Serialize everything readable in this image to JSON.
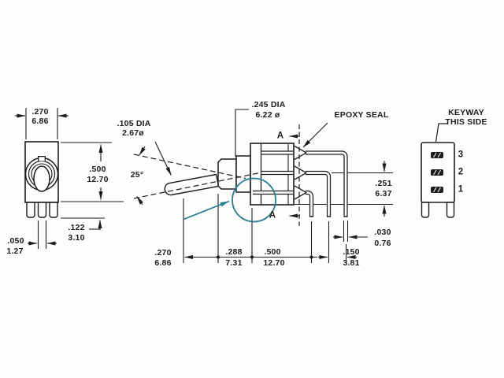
{
  "colors": {
    "line": "#1c1c1c",
    "highlight": "#2a7d92",
    "background": "#fdfdfb"
  },
  "front_view": {
    "width": {
      "inches": ".270",
      "mm": "6.86"
    },
    "height": {
      "inches": ".500",
      "mm": "12.70"
    },
    "terminal_length": {
      "inches": ".122",
      "mm": "3.10"
    },
    "terminal_width": {
      "inches": ".050",
      "mm": "1.27"
    }
  },
  "side_view": {
    "actuator_diameter": {
      "inches": ".105 DIA",
      "mm": "2.67ø"
    },
    "throw_angle": "25°",
    "bushing_diameter": {
      "inches": ".245 DIA",
      "mm": "6.22 ø"
    },
    "epoxy_seal_label": "EPOXY SEAL",
    "section_marker": "A",
    "terminal_offset": {
      "inches": ".251",
      "mm": "6.37"
    },
    "terminal_thickness": {
      "inches": ".030",
      "mm": "0.76"
    },
    "actuator_length": {
      "inches": ".270",
      "mm": "6.86"
    },
    "bushing_length": {
      "inches": ".288",
      "mm": "7.31"
    },
    "body_length": {
      "inches": ".500",
      "mm": "12.70"
    },
    "terminal_spacing": {
      "inches": ".150",
      "mm": "3.81"
    }
  },
  "rear_view": {
    "keyway_label_line1": "KEYWAY",
    "keyway_label_line2": "THIS SIDE",
    "terminal_numbers": [
      "3",
      "2",
      "1"
    ]
  }
}
